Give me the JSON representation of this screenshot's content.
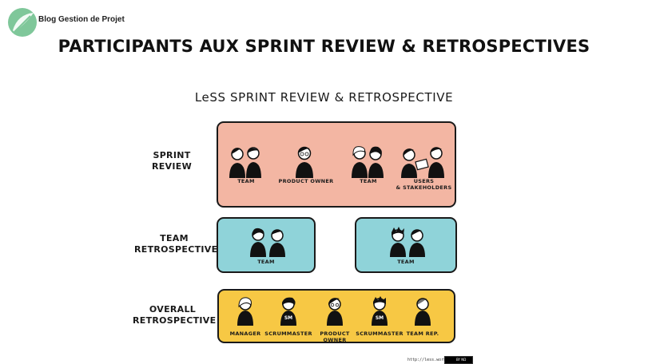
{
  "brand": {
    "name": "Blog Gestion de Projet",
    "logo_color": "#7fc79a"
  },
  "page_title": "PARTICIPANTS AUX SPRINT REVIEW & RETROSPECTIVES",
  "figure_title": "LeSS SPRINT REVIEW & RETROSPECTIVE",
  "rows": {
    "sprint_review": {
      "label": "SPRINT\nREVIEW",
      "color": "#f3b6a3",
      "groups": [
        "TEAM",
        "PRODUCT OWNER",
        "TEAM",
        "USERS\n& STAKEHOLDERS"
      ]
    },
    "team_retro": {
      "label": "TEAM\nRETROSPECTIVE",
      "color": "#8fd3d9",
      "groups": [
        "TEAM",
        "TEAM"
      ]
    },
    "overall_retro": {
      "label": "OVERALL\nRETROSPECTIVE",
      "color": "#f7c844",
      "groups": [
        "MANAGER",
        "SCRUMMASTER",
        "PRODUCT OWNER",
        "SCRUMMASTER",
        "TEAM REP."
      ],
      "badge": "SM"
    }
  },
  "footer": {
    "url": "http://less.works",
    "license": "BY ND"
  }
}
